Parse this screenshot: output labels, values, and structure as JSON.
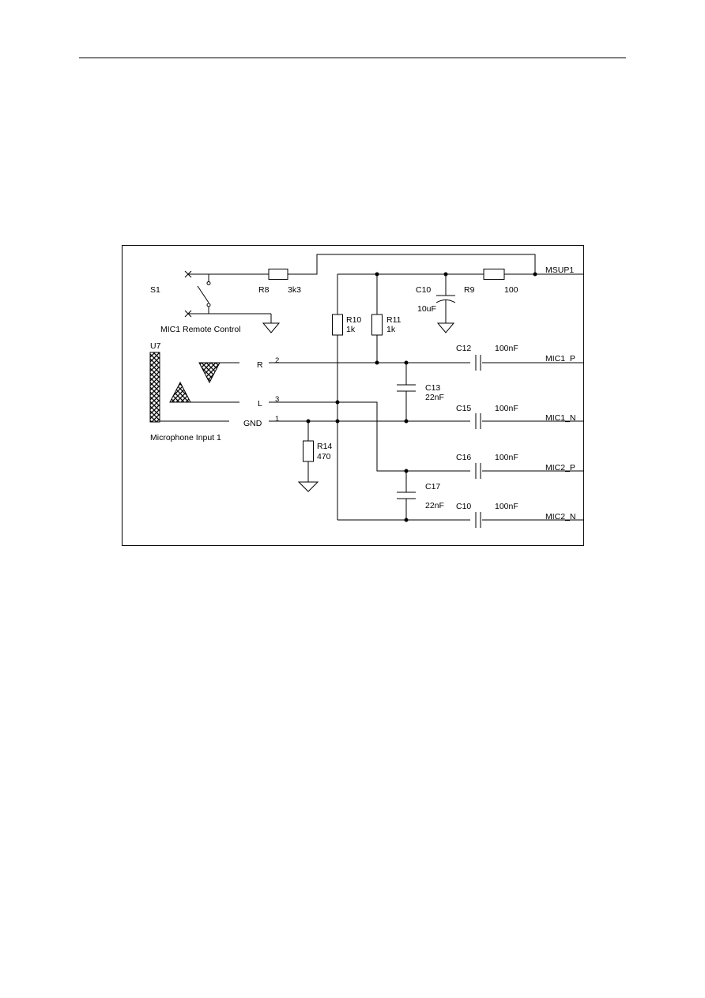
{
  "schematic": {
    "connector": {
      "ref": "U7",
      "caption": "Microphone Input 1",
      "pins": [
        {
          "label": "R",
          "number": "2"
        },
        {
          "label": "L",
          "number": "3"
        },
        {
          "label": "GND",
          "number": "1"
        }
      ]
    },
    "switch": {
      "ref": "S1",
      "caption": "MIC1 Remote Control"
    },
    "resistors": [
      {
        "ref": "R8",
        "value": "3k3"
      },
      {
        "ref": "R9",
        "value": "100"
      },
      {
        "ref": "R10",
        "value": "1k"
      },
      {
        "ref": "R11",
        "value": "1k"
      },
      {
        "ref": "R14",
        "value": "470"
      }
    ],
    "capacitors": [
      {
        "ref": "C10",
        "value": "10uF"
      },
      {
        "ref": "C12",
        "value": "100nF"
      },
      {
        "ref": "C13",
        "value": "22nF"
      },
      {
        "ref": "C15",
        "value": "100nF"
      },
      {
        "ref": "C16",
        "value": "100nF"
      },
      {
        "ref": "C17",
        "value": "22nF"
      },
      {
        "ref": "C10",
        "value": "100nF"
      }
    ],
    "nets": [
      "MSUP1",
      "MIC1_P",
      "MIC1_N",
      "MIC2_P",
      "MIC2_N"
    ]
  }
}
